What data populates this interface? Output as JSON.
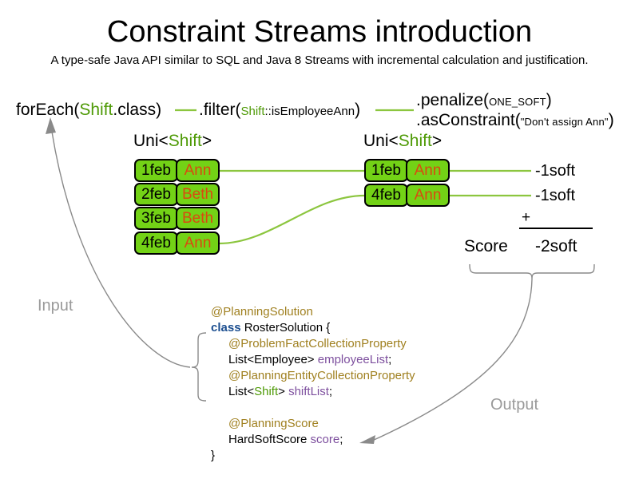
{
  "header": {
    "title": "Constraint Streams introduction",
    "subtitle": "A type-safe Java API similar to SQL and Java 8 Streams with incremental calculation and justification."
  },
  "api_chain": {
    "foreach": {
      "prefix": "forEach(",
      "type": "Shift",
      "suffix": ".class)"
    },
    "filter": {
      "prefix": ".filter(",
      "arg_type": "Shift",
      "arg_rest": "::isEmployeeAnn",
      "suffix": ")"
    },
    "penalize": {
      "prefix": ".penalize(",
      "arg": "ONE_SOFT",
      "suffix": ")"
    },
    "as_constraint": {
      "prefix": ".asConstraint(",
      "arg": "\"Don't assign Ann\"",
      "suffix": ")"
    }
  },
  "streams": {
    "left": {
      "label_prefix": "Uni<",
      "label_type": "Shift",
      "label_suffix": ">",
      "tuples": [
        {
          "date": "1feb",
          "employee": "Ann"
        },
        {
          "date": "2feb",
          "employee": "Beth"
        },
        {
          "date": "3feb",
          "employee": "Beth"
        },
        {
          "date": "4feb",
          "employee": "Ann"
        }
      ]
    },
    "right": {
      "label_prefix": "Uni<",
      "label_type": "Shift",
      "label_suffix": ">",
      "tuples": [
        {
          "date": "1feb",
          "employee": "Ann",
          "penalty": "-1soft"
        },
        {
          "date": "4feb",
          "employee": "Ann",
          "penalty": "-1soft"
        }
      ]
    }
  },
  "score": {
    "label": "Score",
    "operator": "+",
    "total": "-2soft"
  },
  "flow": {
    "input_label": "Input",
    "output_label": "Output"
  },
  "code": {
    "lines": [
      {
        "indent": 0,
        "parts": [
          {
            "text": "@PlanningSolution",
            "cls": "c-ann"
          }
        ]
      },
      {
        "indent": 0,
        "parts": [
          {
            "text": "class",
            "cls": "c-kw"
          },
          {
            "text": " RosterSolution {",
            "cls": "c-type"
          }
        ]
      },
      {
        "indent": 1,
        "parts": [
          {
            "text": "@ProblemFactCollectionProperty",
            "cls": "c-ann"
          }
        ]
      },
      {
        "indent": 1,
        "parts": [
          {
            "text": "List<Employee> ",
            "cls": "c-type"
          },
          {
            "text": "employeeList",
            "cls": "c-field"
          },
          {
            "text": ";",
            "cls": "c-type"
          }
        ]
      },
      {
        "indent": 1,
        "parts": [
          {
            "text": "@PlanningEntityCollectionProperty",
            "cls": "c-ann"
          }
        ]
      },
      {
        "indent": 1,
        "parts": [
          {
            "text": "List<",
            "cls": "c-type"
          },
          {
            "text": "Shift",
            "cls": "c-green"
          },
          {
            "text": "> ",
            "cls": "c-type"
          },
          {
            "text": "shiftList",
            "cls": "c-field"
          },
          {
            "text": ";",
            "cls": "c-type"
          }
        ]
      },
      {
        "indent": 1,
        "parts": [
          {
            "text": " ",
            "cls": "c-type"
          }
        ]
      },
      {
        "indent": 1,
        "parts": [
          {
            "text": "@PlanningScore",
            "cls": "c-ann"
          }
        ]
      },
      {
        "indent": 1,
        "parts": [
          {
            "text": "HardSoftScore ",
            "cls": "c-type"
          },
          {
            "text": "score",
            "cls": "c-field"
          },
          {
            "text": ";",
            "cls": "c-type"
          }
        ]
      },
      {
        "indent": 0,
        "parts": [
          {
            "text": "}",
            "cls": "c-type"
          }
        ]
      }
    ]
  },
  "colors": {
    "tuple_fill": "#73d216",
    "tuple_border": "#000000",
    "employee_text": "#d94a10",
    "type_green": "#4e9a06",
    "connector_green": "#8cc63f",
    "flow_gray": "#9a9a9a",
    "annotation_gold": "#a08020",
    "keyword_blue": "#1a4d8f",
    "field_purple": "#7d4f9e"
  }
}
